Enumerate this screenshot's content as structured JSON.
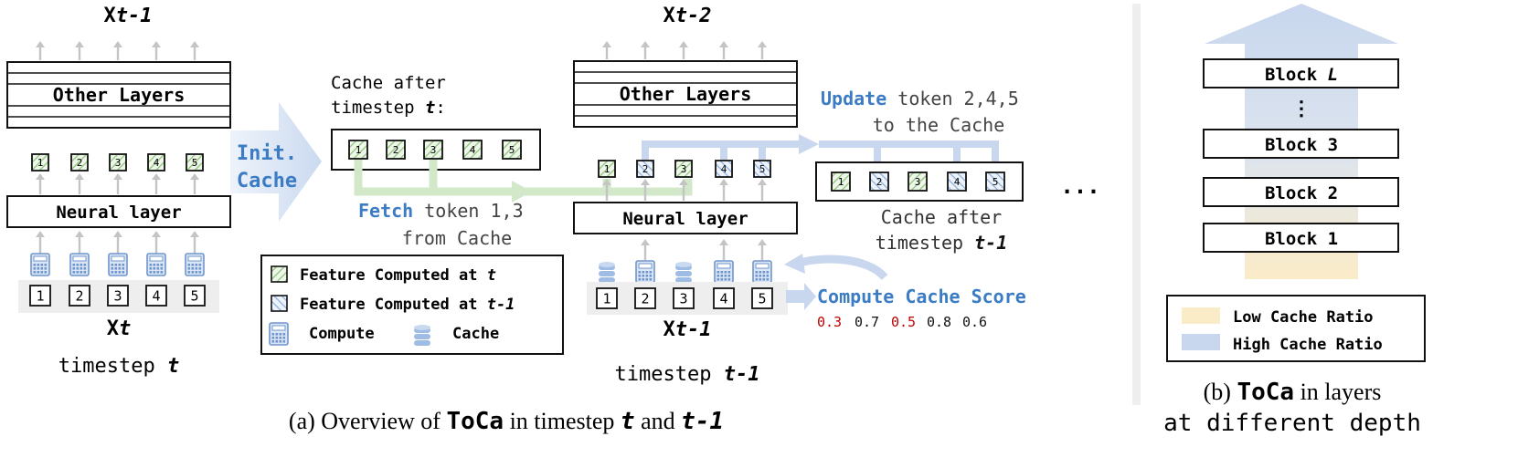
{
  "left": {
    "output_label_main": "X",
    "output_label_sub": "t-1",
    "other_layers": "Other Layers",
    "neural_layer": "Neural layer",
    "token_ids": [
      "1",
      "2",
      "3",
      "4",
      "5"
    ],
    "input_label_main": "X",
    "input_label_sub": "t",
    "timestep_prefix": "timestep ",
    "timestep_var": "t",
    "init_line1": "Init.",
    "init_line2": "Cache"
  },
  "cache_t": {
    "title_line1": "Cache after",
    "title_line2_prefix": "timestep ",
    "title_line2_var": "t",
    "title_line2_suffix": ":",
    "token_ids": [
      "1",
      "2",
      "3",
      "4",
      "5"
    ]
  },
  "fetch": {
    "keyword": "Fetch",
    "rest": " token 1,3",
    "line2": "from Cache"
  },
  "legend_a": {
    "item1_prefix": "Feature Computed at ",
    "item1_var": "t",
    "item2_prefix": "Feature Computed at ",
    "item2_var": "t-1",
    "compute": "Compute",
    "cache": "Cache"
  },
  "middle": {
    "output_label_main": "X",
    "output_label_sub": "t-2",
    "other_layers": "Other Layers",
    "neural_layer": "Neural layer",
    "token_ids": [
      "1",
      "2",
      "3",
      "4",
      "5"
    ],
    "input_label_main": "X",
    "input_label_sub": "t-1",
    "timestep_prefix": "timestep ",
    "timestep_var": "t-1"
  },
  "update": {
    "keyword": "Update",
    "rest": " token 2,4,5",
    "line2": "to the Cache"
  },
  "cache_t1": {
    "token_ids": [
      "1",
      "2",
      "3",
      "4",
      "5"
    ],
    "caption_line1": "Cache after",
    "caption_line2_prefix": "timestep ",
    "caption_line2_var": "t-1"
  },
  "ellipsis": "...",
  "score": {
    "title": "Compute Cache Score",
    "values": [
      "0.3",
      "0.7",
      "0.5",
      "0.8",
      "0.6"
    ],
    "value_colors": [
      "#c00000",
      "#111111",
      "#c00000",
      "#111111",
      "#111111"
    ]
  },
  "caption_a": {
    "prefix": "(a) Overview of ",
    "method": "ToCa",
    "middle": " in timestep ",
    "var1": "t",
    "and": " and ",
    "var2": "t-1"
  },
  "right": {
    "blocks": [
      "Block ",
      "Block 3",
      "Block 2",
      "Block 1"
    ],
    "block_top_var": "L",
    "vdots": "⋮",
    "legend_low": "Low Cache Ratio",
    "legend_high": "High Cache Ratio"
  },
  "caption_b": {
    "prefix": "(b) ",
    "method": "ToCa",
    "suffix": " in layers",
    "line2": "at different depth"
  },
  "colors": {
    "accent_blue": "#3b7cc4",
    "arrow_blue": "#b9cce8",
    "fetch_green": "#cfe8c6",
    "green_hatch": "#9ccc8c",
    "blue_hatch": "#8fb2dc",
    "red": "#c00000",
    "low_cache": "#fbecc8",
    "high_cache": "#c8d7ee"
  }
}
